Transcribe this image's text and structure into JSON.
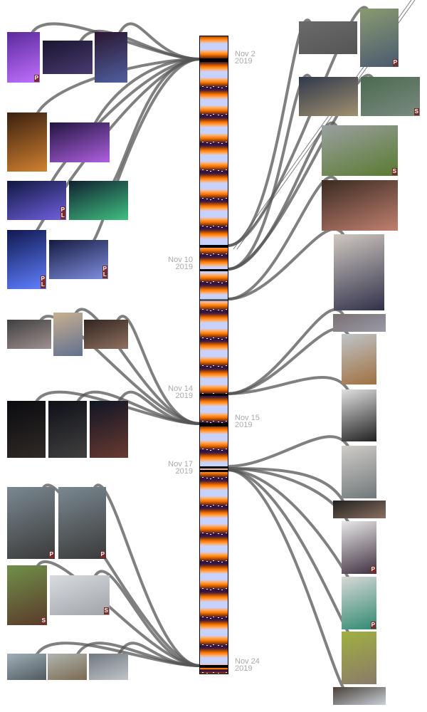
{
  "timeline": {
    "dates": [
      {
        "day": "Nov  2",
        "year": "2019"
      },
      {
        "day": "Nov 10",
        "year": "2019"
      },
      {
        "day": "Nov 14",
        "year": "2019"
      },
      {
        "day": "Nov 15",
        "year": "2019"
      },
      {
        "day": "Nov 17",
        "year": "2019"
      },
      {
        "day": "Nov 24",
        "year": "2019"
      }
    ]
  },
  "photos": [
    {
      "badge": "P",
      "colors": [
        "#5a2a9a",
        "#c070ff"
      ]
    },
    {
      "badge": "",
      "colors": [
        "#1a1530",
        "#4a3a70"
      ]
    },
    {
      "badge": "",
      "colors": [
        "#2a1530",
        "#5060a0"
      ]
    },
    {
      "badge": "",
      "colors": [
        "#3a2010",
        "#d08030"
      ]
    },
    {
      "badge": "",
      "colors": [
        "#201540",
        "#b060e0"
      ]
    },
    {
      "badge": "P\nL",
      "colors": [
        "#101840",
        "#7060e0"
      ]
    },
    {
      "badge": "",
      "colors": [
        "#102030",
        "#40c080"
      ]
    },
    {
      "badge": "P\nL",
      "colors": [
        "#101850",
        "#6080ff"
      ]
    },
    {
      "badge": "P\nL",
      "colors": [
        "#151a40",
        "#8090e0"
      ]
    },
    {
      "badge": "",
      "colors": [
        "#404040",
        "#a09090"
      ]
    },
    {
      "badge": "",
      "colors": [
        "#c8b090",
        "#607090"
      ]
    },
    {
      "badge": "",
      "colors": [
        "#302520",
        "#907060"
      ]
    },
    {
      "badge": "",
      "colors": [
        "#0a0a10",
        "#302a25"
      ]
    },
    {
      "badge": "",
      "colors": [
        "#0f1018",
        "#404040"
      ]
    },
    {
      "badge": "",
      "colors": [
        "#101525",
        "#6a3a30"
      ]
    },
    {
      "badge": "P",
      "colors": [
        "#7a8890",
        "#3a3a3a"
      ]
    },
    {
      "badge": "P",
      "colors": [
        "#7a8890",
        "#3a3a3a"
      ]
    },
    {
      "badge": "S",
      "colors": [
        "#70904a",
        "#5a3a2a"
      ]
    },
    {
      "badge": "S",
      "colors": [
        "#d8dce0",
        "#a0a4a8"
      ]
    },
    {
      "badge": "",
      "colors": [
        "#a0b0b8",
        "#505860"
      ]
    },
    {
      "badge": "",
      "colors": [
        "#b0b4b0",
        "#7a6a50"
      ]
    },
    {
      "badge": "",
      "colors": [
        "#707880",
        "#c0c4c8"
      ]
    },
    {
      "badge": "",
      "colors": [
        "#6a6a6a",
        "#555"
      ]
    },
    {
      "badge": "P",
      "colors": [
        "#8a9a70",
        "#4a5a70"
      ]
    },
    {
      "badge": "",
      "colors": [
        "#30384a",
        "#a09070"
      ]
    },
    {
      "badge": "S",
      "colors": [
        "#4a6a50",
        "#7a8a80"
      ]
    },
    {
      "badge": "S",
      "colors": [
        "#9aa0a0",
        "#5a7a30"
      ]
    },
    {
      "badge": "",
      "colors": [
        "#3a2a20",
        "#c08070"
      ]
    },
    {
      "badge": "",
      "colors": [
        "#d0c8c0",
        "#30304a"
      ]
    },
    {
      "badge": "",
      "colors": [
        "#7a7070",
        "#9a9aa8"
      ]
    },
    {
      "badge": "",
      "colors": [
        "#c0c4c8",
        "#a07040"
      ]
    },
    {
      "badge": "",
      "colors": [
        "#e0e0e0",
        "#202020"
      ]
    },
    {
      "badge": "",
      "colors": [
        "#d0ccc8",
        "#70787a"
      ]
    },
    {
      "badge": "",
      "colors": [
        "#202020",
        "#8a7060"
      ]
    },
    {
      "badge": "P",
      "colors": [
        "#e8e8e8",
        "#403040"
      ]
    },
    {
      "badge": "P",
      "colors": [
        "#d8d8d8",
        "#308a70"
      ]
    },
    {
      "badge": "",
      "colors": [
        "#a0b040",
        "#8a7a6a"
      ]
    },
    {
      "badge": "",
      "colors": [
        "#4a4038",
        "#c8d0d8"
      ]
    }
  ]
}
